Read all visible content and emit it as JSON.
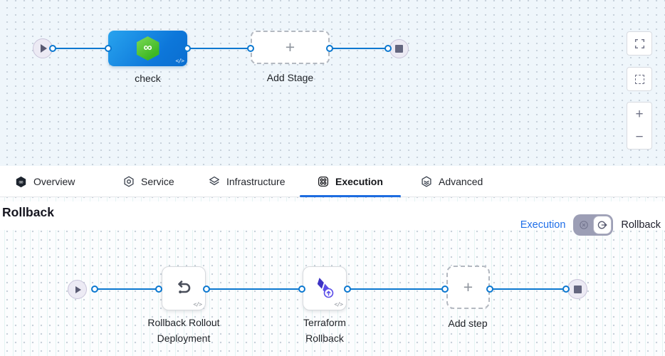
{
  "glyphs": {
    "plus": "+",
    "minus": "−",
    "code": "</>",
    "infinity": "∞"
  },
  "stage_canvas": {
    "stage_label": "check",
    "add_stage_label": "Add Stage"
  },
  "tab_bar": {
    "active_tab": "Execution",
    "tabs": [
      {
        "label": "Overview"
      },
      {
        "label": "Service"
      },
      {
        "label": "Infrastructure"
      },
      {
        "label": "Execution"
      },
      {
        "label": "Advanced"
      }
    ]
  },
  "rollback_section": {
    "title": "Rollback",
    "left_link": "Execution",
    "right_label": "Rollback"
  },
  "execution_canvas": {
    "steps": [
      {
        "label": "Rollback Rollout Deployment"
      },
      {
        "label": "Terraform Rollback"
      }
    ],
    "add_step_label": "Add step"
  },
  "colors": {
    "connector_blue": "#0b78d0",
    "active_underline": "#1d6ce0",
    "stage_blue": "#0d77da",
    "link_blue": "#1f6ee8",
    "terraform_purple": "#4f46e5",
    "harness_green": "#3db823"
  }
}
